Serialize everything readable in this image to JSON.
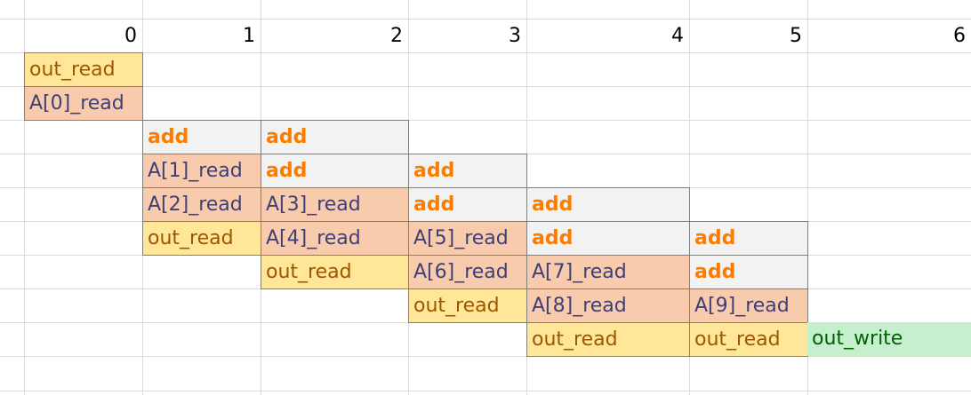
{
  "sheet": {
    "column_headers": [
      "0",
      "1",
      "2",
      "3",
      "4",
      "5",
      "6"
    ],
    "cells": [
      {
        "row": 1,
        "col": 0,
        "text": "out_read",
        "style": "yellow"
      },
      {
        "row": 2,
        "col": 0,
        "text": "A[0]_read",
        "style": "orange"
      },
      {
        "row": 3,
        "col": 1,
        "text": "add",
        "style": "gray"
      },
      {
        "row": 3,
        "col": 2,
        "text": "add",
        "style": "gray"
      },
      {
        "row": 4,
        "col": 1,
        "text": "A[1]_read",
        "style": "orange"
      },
      {
        "row": 4,
        "col": 2,
        "text": "add",
        "style": "gray"
      },
      {
        "row": 4,
        "col": 3,
        "text": "add",
        "style": "gray"
      },
      {
        "row": 5,
        "col": 1,
        "text": "A[2]_read",
        "style": "orange"
      },
      {
        "row": 5,
        "col": 2,
        "text": "A[3]_read",
        "style": "orange"
      },
      {
        "row": 5,
        "col": 3,
        "text": "add",
        "style": "gray"
      },
      {
        "row": 5,
        "col": 4,
        "text": "add",
        "style": "gray"
      },
      {
        "row": 6,
        "col": 1,
        "text": "out_read",
        "style": "yellow"
      },
      {
        "row": 6,
        "col": 2,
        "text": "A[4]_read",
        "style": "orange"
      },
      {
        "row": 6,
        "col": 3,
        "text": "A[5]_read",
        "style": "orange"
      },
      {
        "row": 6,
        "col": 4,
        "text": "add",
        "style": "gray"
      },
      {
        "row": 6,
        "col": 5,
        "text": "add",
        "style": "gray"
      },
      {
        "row": 7,
        "col": 2,
        "text": "out_read",
        "style": "yellow"
      },
      {
        "row": 7,
        "col": 3,
        "text": "A[6]_read",
        "style": "orange"
      },
      {
        "row": 7,
        "col": 4,
        "text": "A[7]_read",
        "style": "orange"
      },
      {
        "row": 7,
        "col": 5,
        "text": "add",
        "style": "gray"
      },
      {
        "row": 8,
        "col": 3,
        "text": "out_read",
        "style": "yellow"
      },
      {
        "row": 8,
        "col": 4,
        "text": "A[8]_read",
        "style": "orange"
      },
      {
        "row": 8,
        "col": 5,
        "text": "A[9]_read",
        "style": "orange"
      },
      {
        "row": 9,
        "col": 4,
        "text": "out_read",
        "style": "yellow"
      },
      {
        "row": 9,
        "col": 5,
        "text": "out_read",
        "style": "yellow"
      },
      {
        "row": 9,
        "col": 6,
        "text": "out_write",
        "style": "green"
      }
    ]
  },
  "colors": {
    "yellow_fill": "#ffe699",
    "yellow_text": "#9c5700",
    "orange_fill": "#f8cbad",
    "orange_text": "#3f3f76",
    "gray_fill": "#f2f2f2",
    "gray_text": "#fa7d00",
    "green_fill": "#c6efce",
    "green_text": "#006100",
    "gridline": "#dadada",
    "cell_border": "#7f7f7f"
  }
}
